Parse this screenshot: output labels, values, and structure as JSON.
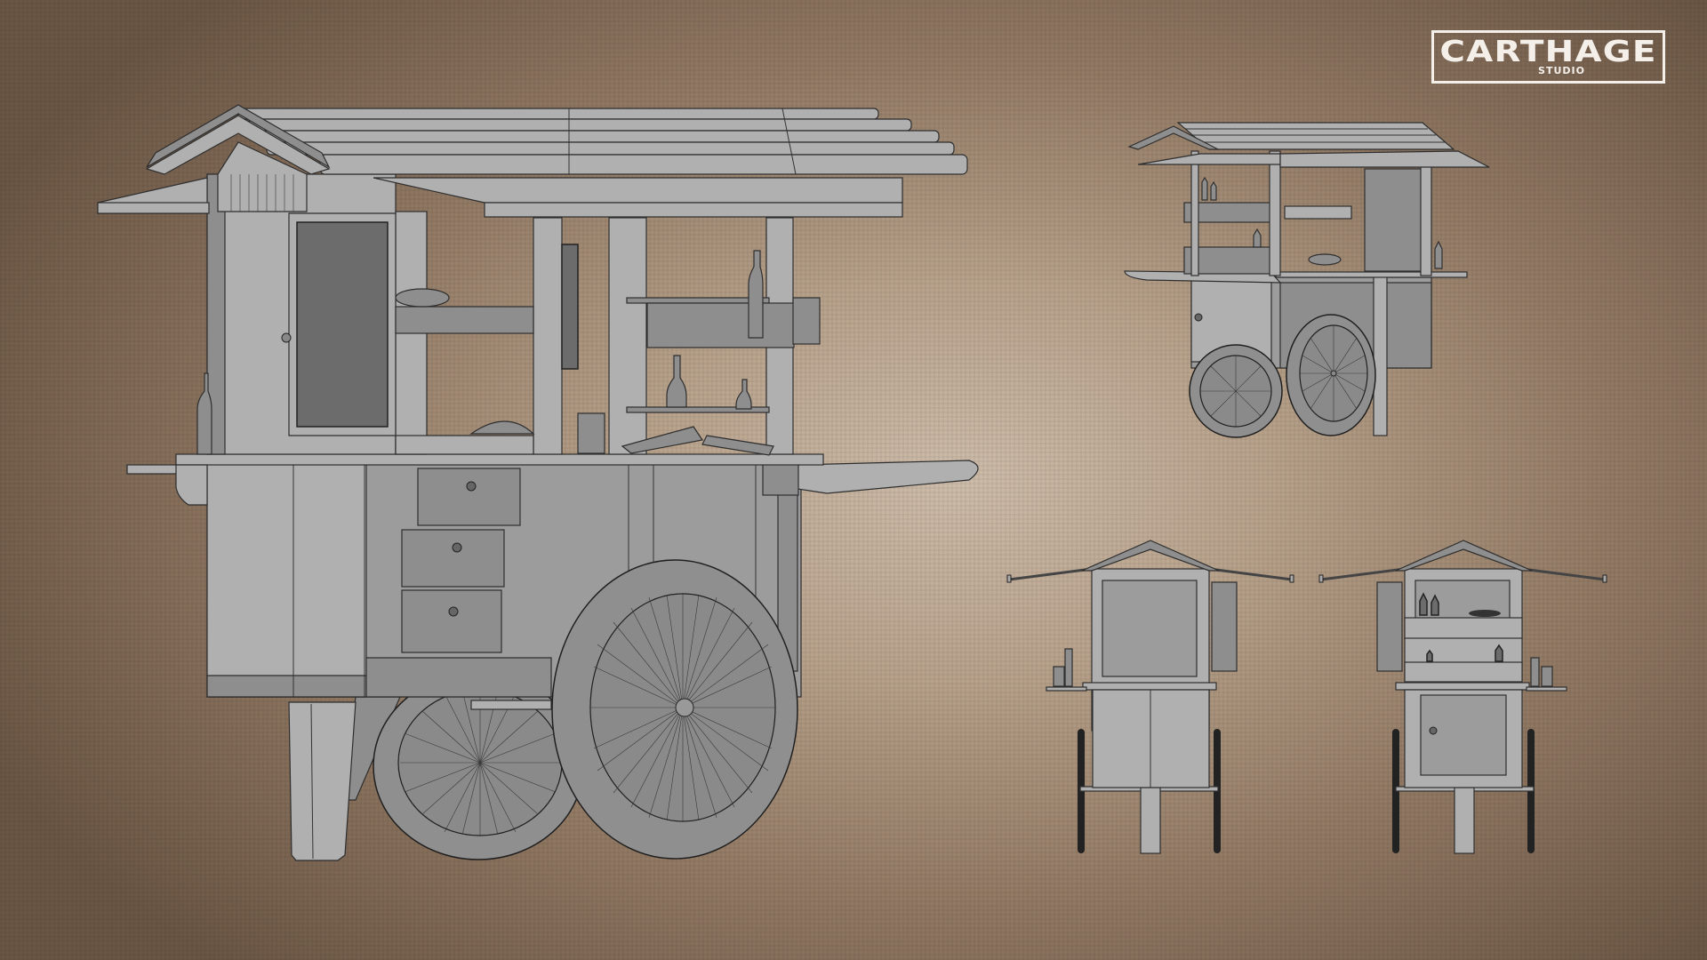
{
  "brand": {
    "title": "CARTHAGE",
    "subtitle": "STUDIO",
    "color": "#f4efe9"
  },
  "scene": {
    "subject": "Street food vendor cart 3D wireframe model",
    "background_center": "#cdbcaa",
    "background_edge": "#5e4c3e",
    "model_color": "#9c9c9c",
    "views": [
      {
        "id": "side",
        "label": "Side view (large)"
      },
      {
        "id": "perspective",
        "label": "Three-quarter perspective view"
      },
      {
        "id": "front",
        "label": "Front view"
      },
      {
        "id": "back",
        "label": "Back view"
      }
    ]
  }
}
